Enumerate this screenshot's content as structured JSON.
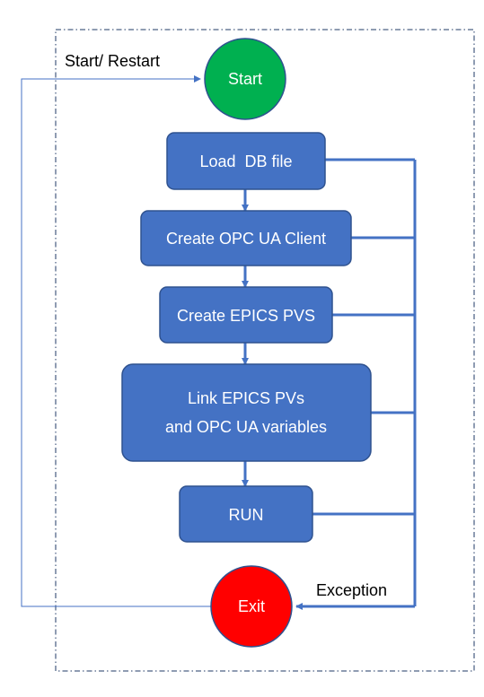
{
  "labels": {
    "start_restart": "Start/ Restart",
    "exception": "Exception"
  },
  "nodes": {
    "start": "Start",
    "load_db": "Load  DB file",
    "create_client": "Create OPC UA Client",
    "create_pvs": "Create EPICS PVS",
    "link_line1": "Link EPICS PVs",
    "link_line2": "and OPC UA variables",
    "run": "RUN",
    "exit": "Exit"
  },
  "colors": {
    "box_fill": "#4472C4",
    "box_stroke": "#2F528F",
    "start_fill": "#00B050",
    "exit_fill": "#FF0000",
    "arrow": "#4472C4",
    "frame": "#1F3864"
  }
}
